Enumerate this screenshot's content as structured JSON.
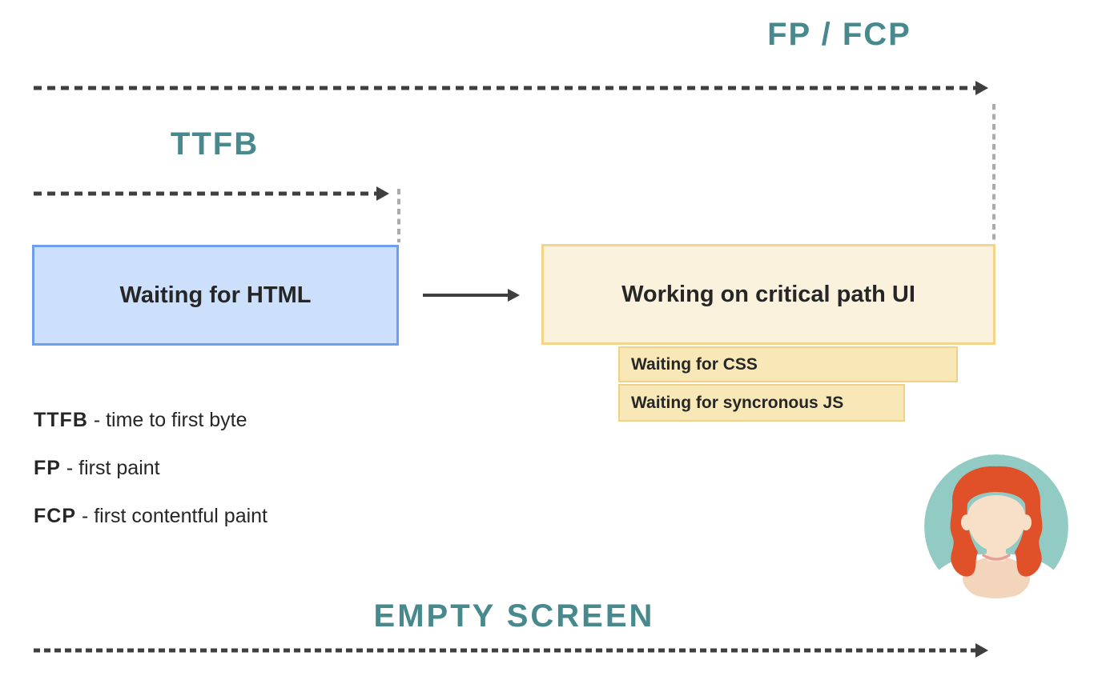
{
  "diagram": {
    "headings": {
      "fp_fcp": "FP / FCP",
      "ttfb": "TTFB",
      "empty_screen": "EMPTY SCREEN"
    },
    "boxes": {
      "waiting_html": "Waiting for HTML",
      "working_critical_path": "Working on critical path UI",
      "waiting_css": "Waiting for CSS",
      "waiting_js": "Waiting for syncronous JS"
    },
    "legend": [
      {
        "term": "TTFB",
        "definition": " - time to first byte"
      },
      {
        "term": "FP",
        "definition": " - first paint"
      },
      {
        "term": "FCP",
        "definition": " - first contentful paint"
      }
    ],
    "icons": {
      "avatar": "woman-avatar-icon",
      "arrows": [
        "fp-fcp-timeline-arrow",
        "ttfb-timeline-arrow",
        "flow-arrow",
        "empty-screen-timeline-arrow"
      ]
    },
    "colors": {
      "teal_heading": "#47898C",
      "arrow_dark": "#3F3F3F",
      "guide_gray": "#ABABAB",
      "blue_box_fill": "#CCE0FB",
      "blue_box_border": "#6D9EEF",
      "yellow_box_fill": "#FAF2DD",
      "yellow_box_border": "#F3D488",
      "yellow_sub_fill": "#F8E8B8",
      "yellow_sub_border": "#F0D284",
      "text_dark": "#262626",
      "avatar_background": "#92CBC3",
      "avatar_hair": "#E0512A",
      "avatar_skin": "#F8DFC8",
      "avatar_chest": "#F3D5BC",
      "avatar_shirt": "#FFFFFF",
      "avatar_collar_line": "#E89F97"
    }
  }
}
